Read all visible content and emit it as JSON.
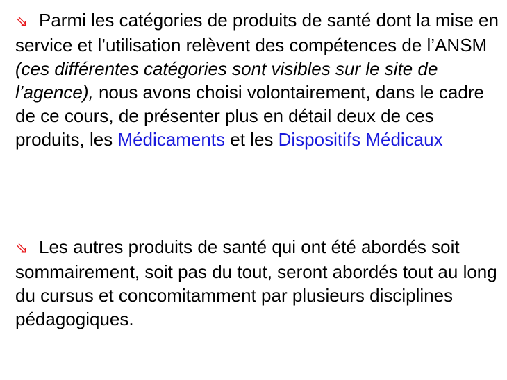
{
  "bullet_glyph": "⇘",
  "bullet_color": "#e8191d",
  "link_color": "#1a1adc",
  "paragraph_1": {
    "text_before": "Parmi les catégories de produits de santé dont la mise en service et l’utilisation relèvent des compétences de l’ANSM ",
    "italic_text": "(ces différentes catégories sont visibles sur le site de l’agence),",
    "text_middle": " nous avons choisi volontairement, dans le cadre de ce cours, de présenter plus en détail deux de ces produits, les ",
    "highlight_1": "Médicaments",
    "text_between": " et les ",
    "highlight_2": "Dispositifs Médicaux"
  },
  "paragraph_2": {
    "text": "Les autres produits de santé qui ont été abordés soit sommairement, soit pas du tout, seront abordés tout au long du cursus et concomitamment par plusieurs disciplines pédagogiques."
  }
}
